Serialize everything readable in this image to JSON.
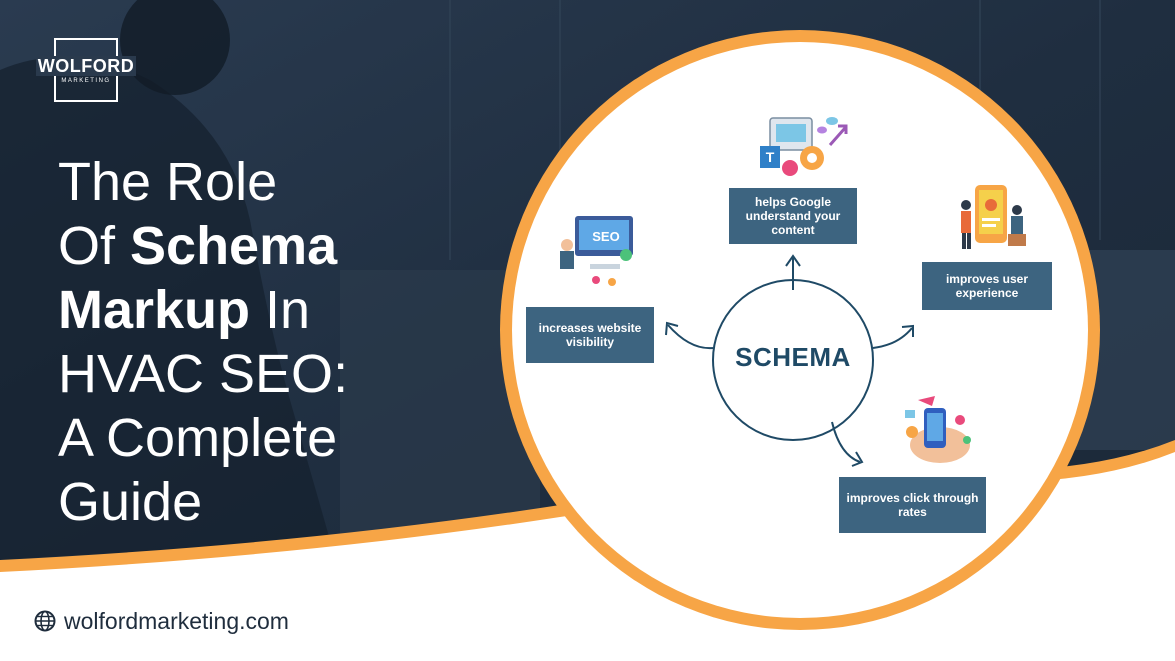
{
  "brand": {
    "name": "WOLFORD",
    "tagline": "MARKETING"
  },
  "title": {
    "line1": "The Role",
    "line2_light": "Of ",
    "line2_bold": "Schema",
    "line3_bold": "Markup",
    "line3_light": " In",
    "line4": "HVAC SEO:",
    "line5": "A Complete",
    "line6": "Guide"
  },
  "footer": {
    "website": "wolfordmarketing.com",
    "icon": "globe-icon"
  },
  "diagram": {
    "center": "SCHEMA",
    "benefits": {
      "top": "helps Google understand your content",
      "left": "increases website visibility",
      "right": "improves user experience",
      "bottom_right": "improves click through rates"
    }
  },
  "colors": {
    "background_dark": "#1d2b3c",
    "accent_orange": "#f7a546",
    "label_blue": "#3d6480",
    "schema_text": "#1f4a66"
  }
}
